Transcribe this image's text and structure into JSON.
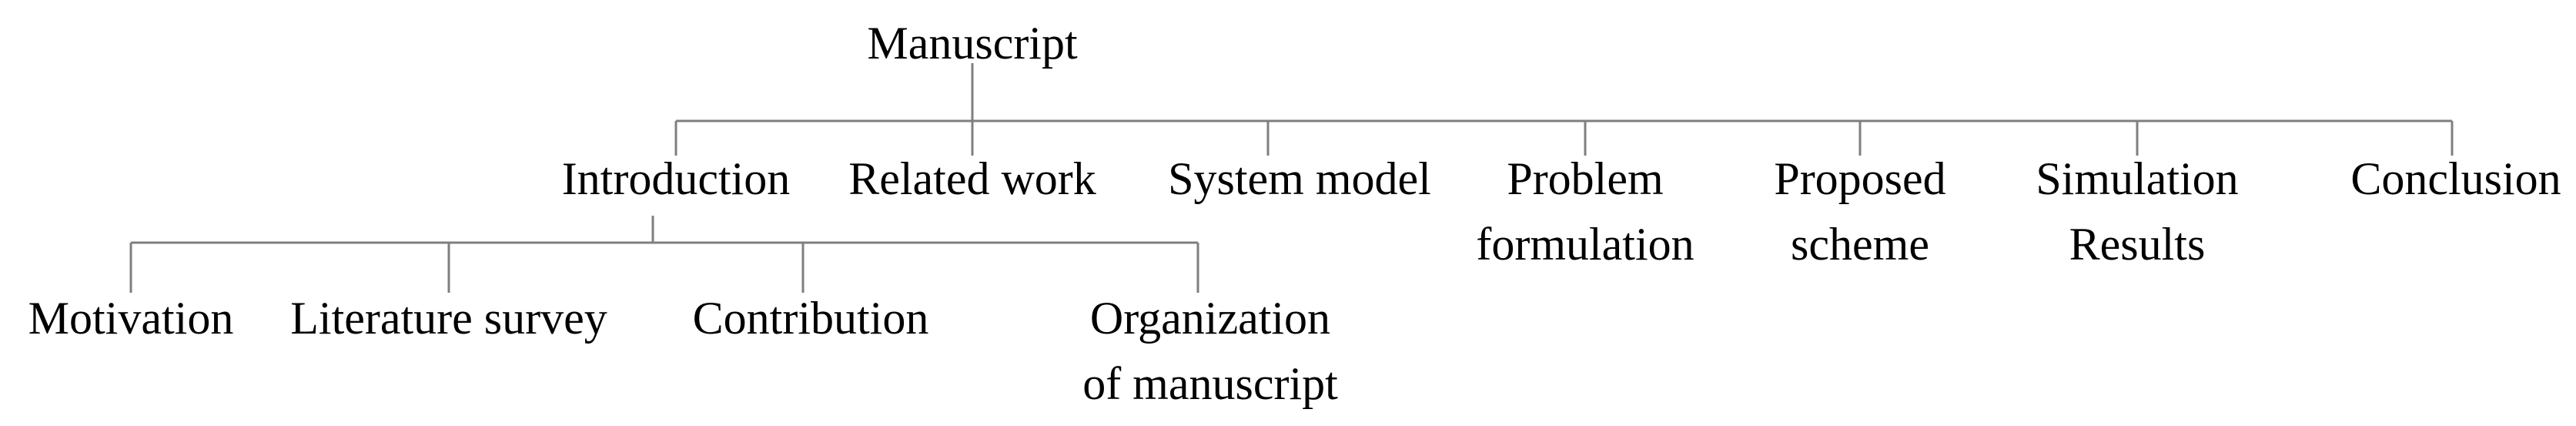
{
  "root": {
    "label": "Manuscript"
  },
  "sections": [
    {
      "id": "introduction",
      "lines": [
        "Introduction"
      ]
    },
    {
      "id": "related-work",
      "lines": [
        "Related work"
      ]
    },
    {
      "id": "system-model",
      "lines": [
        "System model"
      ]
    },
    {
      "id": "problem-formulation",
      "lines": [
        "Problem",
        "formulation"
      ]
    },
    {
      "id": "proposed-scheme",
      "lines": [
        "Proposed",
        "scheme"
      ]
    },
    {
      "id": "simulation-results",
      "lines": [
        "Simulation",
        "Results"
      ]
    },
    {
      "id": "conclusion",
      "lines": [
        "Conclusion"
      ]
    }
  ],
  "introduction_children": [
    {
      "id": "motivation",
      "lines": [
        "Motivation"
      ]
    },
    {
      "id": "literature-survey",
      "lines": [
        "Literature survey"
      ]
    },
    {
      "id": "contribution",
      "lines": [
        "Contribution"
      ]
    },
    {
      "id": "organization-of-manuscript",
      "lines": [
        "Organization",
        "of manuscript"
      ]
    }
  ],
  "colors": {
    "connector": "#7f7f7f",
    "text": "#000000",
    "background": "#ffffff"
  }
}
